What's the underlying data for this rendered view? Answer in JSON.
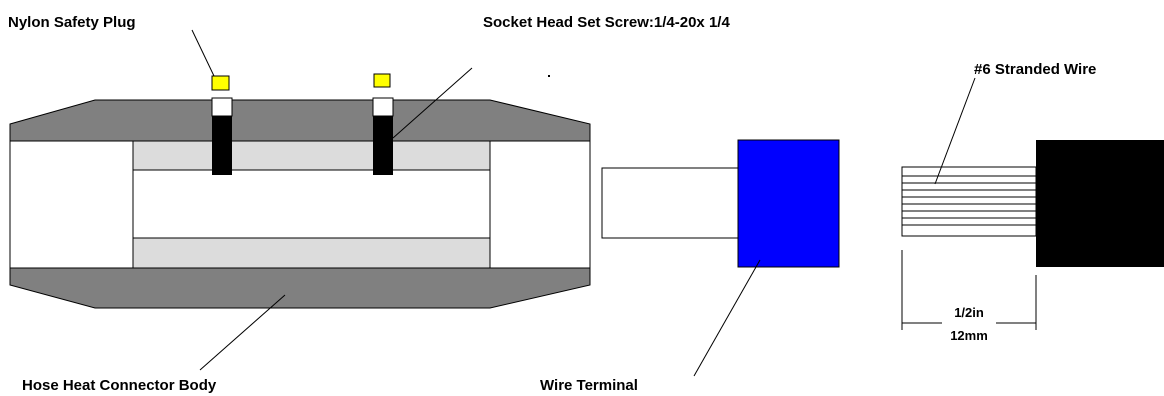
{
  "labels": {
    "nylon_safety_plug": "Nylon Safety Plug",
    "set_screw": "Socket Head Set Screw:1/4-20x 1/4",
    "stranded_wire": "#6 Stranded Wire",
    "connector_body": "Hose Heat Connector Body",
    "wire_terminal": "Wire Terminal"
  },
  "dimension": {
    "inches": "1/2in",
    "millimeters": "12mm"
  },
  "colors": {
    "body_dark": "#808080",
    "body_light": "#dcdcdc",
    "plug": "#ffff00",
    "terminal": "#0000ff",
    "insulation": "#000000"
  }
}
